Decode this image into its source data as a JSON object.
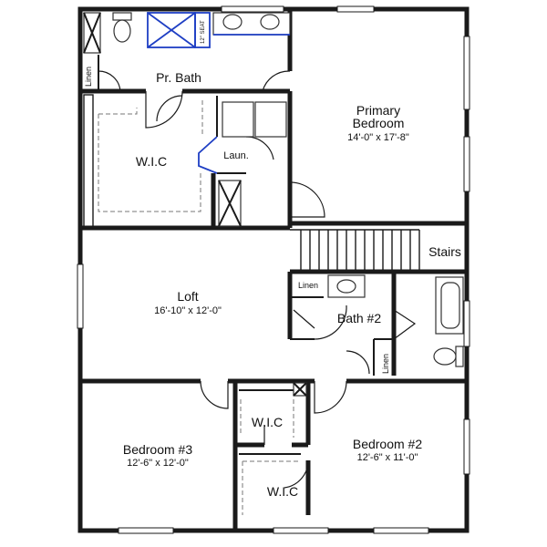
{
  "rooms": {
    "pr_bath": "Pr. Bath",
    "primary_bedroom": {
      "name_line1": "Primary",
      "name_line2": "Bedroom",
      "dims": "14'-0\" x 17'-8\""
    },
    "wic_primary": "W.I.C",
    "laundry": "Laun.",
    "stairs": "Stairs",
    "loft": {
      "name": "Loft",
      "dims": "16'-10\" x 12'-0\""
    },
    "bath2": "Bath #2",
    "wic_mid": "W.I.C",
    "wic_lower": "W.I.C",
    "bedroom3": {
      "name": "Bedroom #3",
      "dims": "12'-6\" x 12'-0\""
    },
    "bedroom2": {
      "name": "Bedroom #2",
      "dims": "12'-6\" x 11'-0\""
    }
  },
  "closets": {
    "linen_top": "Linen",
    "linen_bath2": "Linen",
    "linen_right": "Linen"
  },
  "fixtures": {
    "seat_label": "12\" SEAT"
  },
  "colors": {
    "wall": "#1a1a1a",
    "accent_blue": "#1f3fc4",
    "background": "#ffffff"
  }
}
